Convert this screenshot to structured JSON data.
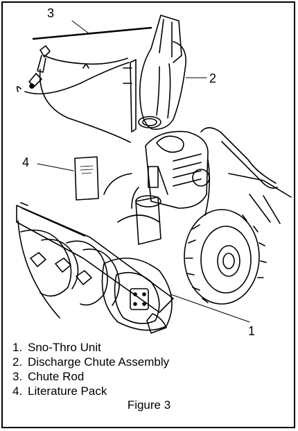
{
  "callouts": {
    "c1": "1",
    "c2": "2",
    "c3": "3",
    "c4": "4"
  },
  "legend": [
    {
      "num": "1.",
      "text": "Sno-Thro Unit"
    },
    {
      "num": "2.",
      "text": "Discharge Chute Assembly"
    },
    {
      "num": "3.",
      "text": "Chute Rod"
    },
    {
      "num": "4.",
      "text": "Literature Pack"
    }
  ],
  "caption": "Figure 3",
  "colors": {
    "ink": "#000000",
    "paper": "#ffffff"
  }
}
